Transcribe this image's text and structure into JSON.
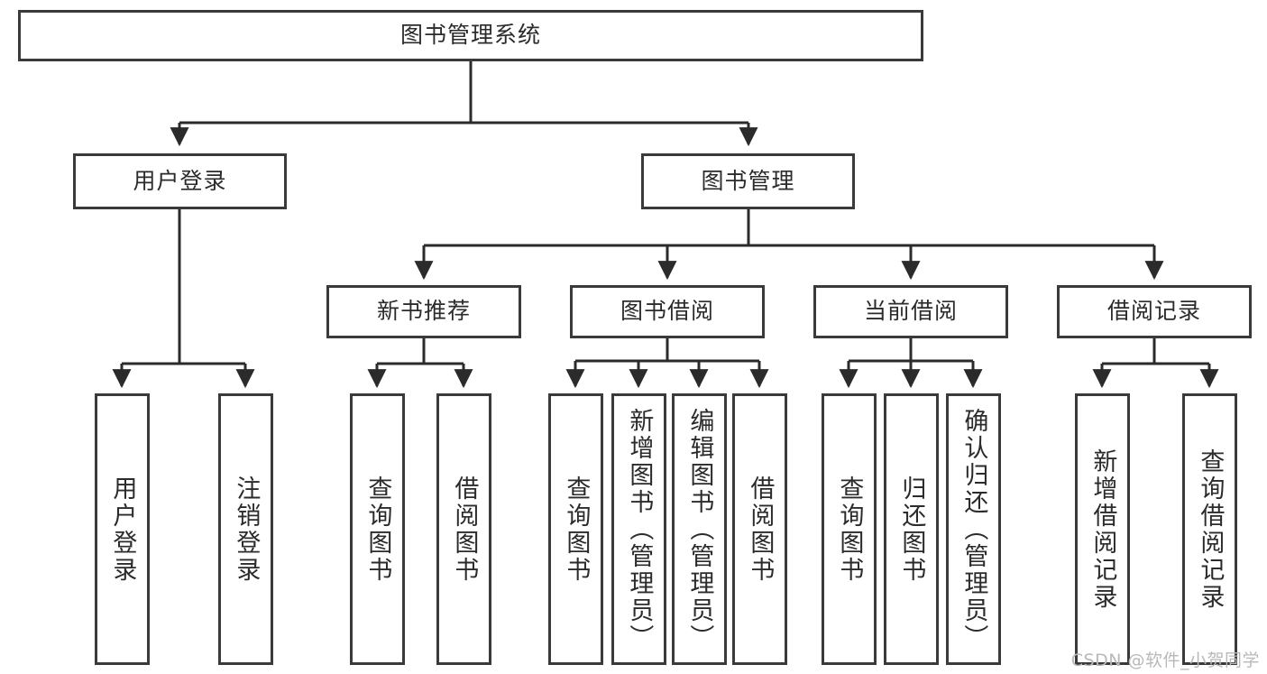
{
  "diagram": {
    "type": "tree-hierarchy",
    "title": "图书管理系统",
    "watermark": "CSDN @软件_小贺同学",
    "colors": {
      "box_border": "#3a3a3a",
      "box_fill": "#ffffff",
      "connector": "#2b2b2b",
      "text": "#2b2b2b",
      "watermark": "#b9b9b9",
      "background": "#ffffff"
    },
    "nodes": {
      "root": {
        "label": "图书管理系统"
      },
      "level2": [
        {
          "label": "用户登录"
        },
        {
          "label": "图书管理"
        }
      ],
      "level3": [
        {
          "label": "新书推荐"
        },
        {
          "label": "图书借阅"
        },
        {
          "label": "当前借阅"
        },
        {
          "label": "借阅记录"
        }
      ],
      "leaves": {
        "user_login": [
          {
            "label": "用户登录"
          },
          {
            "label": "注销登录"
          }
        ],
        "new_book_recommend": [
          {
            "label": "查询图书"
          },
          {
            "label": "借阅图书"
          }
        ],
        "book_borrow": [
          {
            "label": "查询图书"
          },
          {
            "label": "新增图书（管理员）"
          },
          {
            "label": "编辑图书（管理员）"
          },
          {
            "label": "借阅图书"
          }
        ],
        "current_borrow": [
          {
            "label": "查询图书"
          },
          {
            "label": "归还图书"
          },
          {
            "label": "确认归还（管理员）"
          }
        ],
        "borrow_records": [
          {
            "label": "新增借阅记录"
          },
          {
            "label": "查询借阅记录"
          }
        ]
      }
    }
  }
}
